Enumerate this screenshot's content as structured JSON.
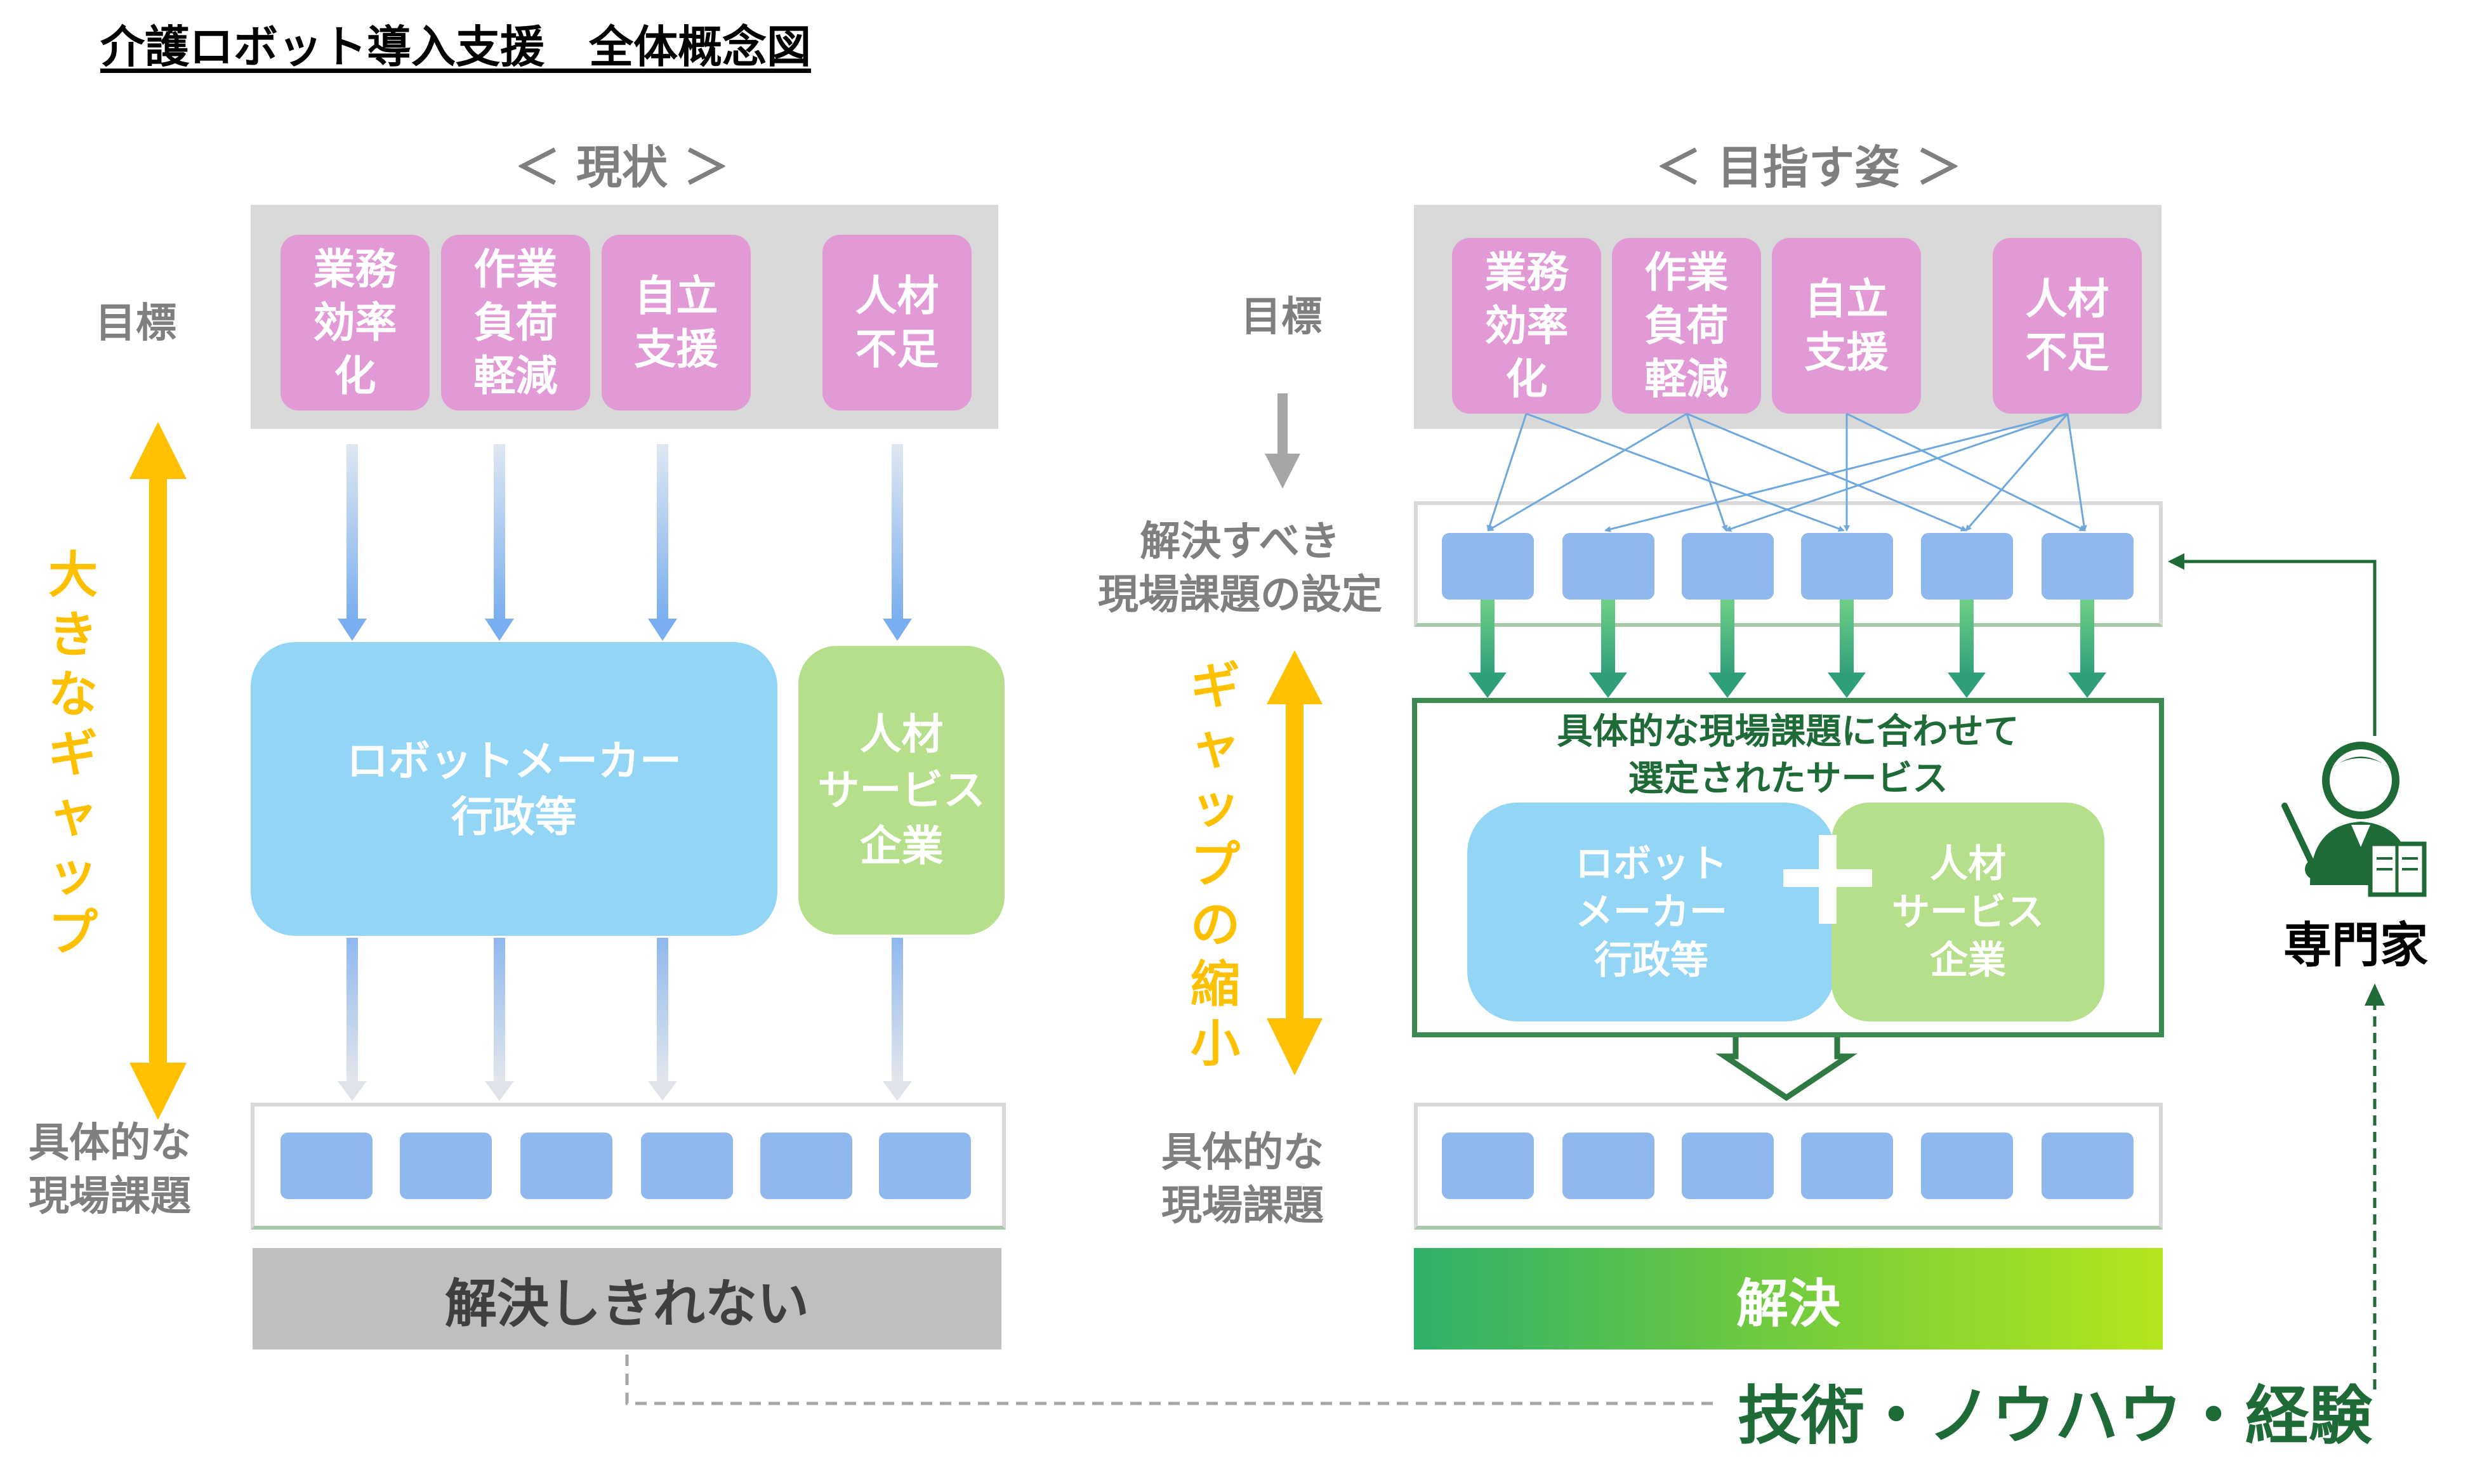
{
  "title": "介護ロボット導入支援　全体概念図",
  "left": {
    "heading": "＜ 現状 ＞",
    "goal_label": "目標",
    "goals": [
      "業務\n効率\n化",
      "作業\n負荷\n軽減",
      "自立\n支援",
      "人材\n不足"
    ],
    "gap_label": "大きなギャップ",
    "provider_main": "ロボットメーカー\n行政等",
    "provider_side": "人材\nサービス\n企業",
    "issues_label": "具体的な\n現場課題",
    "result": "解決しきれない"
  },
  "right": {
    "heading": "＜ 目指す姿 ＞",
    "goal_label": "目標",
    "goals": [
      "業務\n効率\n化",
      "作業\n負荷\n軽減",
      "自立\n支援",
      "人材\n不足"
    ],
    "setting_label": "解決すべき\n現場課題の設定",
    "gap_label": "ギャップの縮小",
    "service_title": "具体的な現場課題に合わせて\n選定されたサービス",
    "provider_main": "ロボット\nメーカー\n行政等",
    "provider_side": "人材\nサービス\n企業",
    "issues_label": "具体的な\n現場課題",
    "result": "解決"
  },
  "expert": {
    "label": "専門家",
    "icon": "expert-teacher-icon"
  },
  "knowhow": "技術・ノウハウ・経験",
  "colors": {
    "goal_pink": "#e29ad6",
    "issue_blue": "#8fb8ee",
    "provider_blue": "#92d5f5",
    "provider_green": "#b5df8a",
    "gap_yellow": "#ffc000",
    "dark_green": "#1e6b38"
  }
}
